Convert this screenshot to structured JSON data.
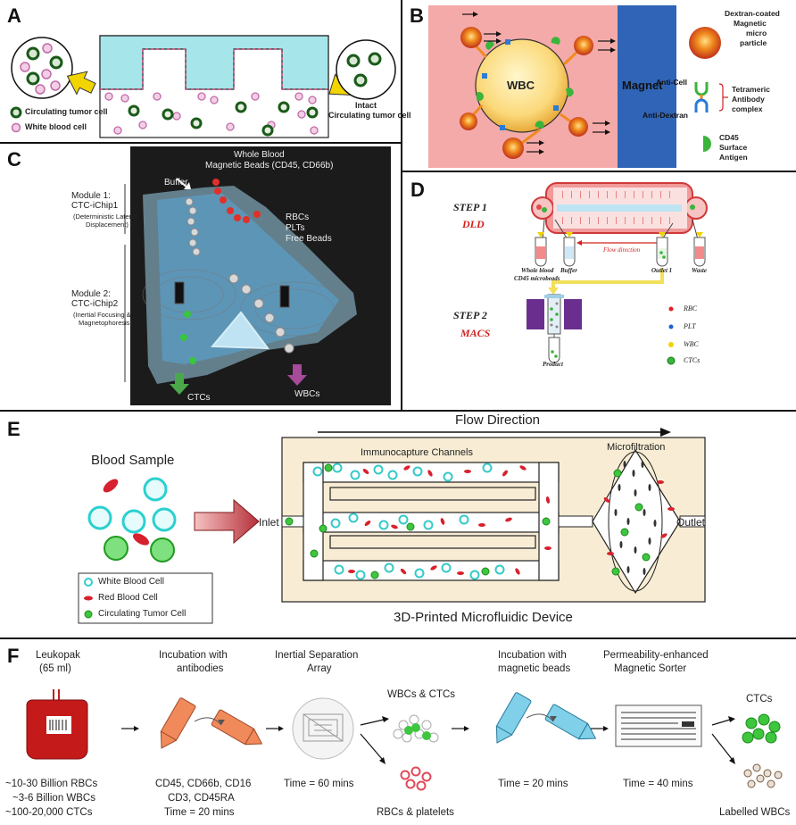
{
  "panels": {
    "A": {
      "label": "A",
      "legend": [
        "Circulating tumor cell",
        "White blood cell"
      ],
      "intact": [
        "Intact",
        "Circulating tumor cell"
      ]
    },
    "B": {
      "label": "B",
      "wbc": "WBC",
      "magnet": "Magnet",
      "particle": [
        "Dextran-coated",
        "Magnetic",
        "micro",
        "particle"
      ],
      "anti_cell": "Anti-Cell",
      "anti_dextran": "Anti-Dextran",
      "tetrameric": [
        "Tetrameric",
        "Antibody",
        "complex"
      ],
      "cd45": [
        "CD45",
        "Surface",
        "Antigen"
      ]
    },
    "C": {
      "label": "C",
      "whole_blood": [
        "Whole Blood",
        "Magnetic Beads (CD45, CD66b)"
      ],
      "buffer": "Buffer",
      "module1": [
        "Module 1:",
        "CTC-iChip1"
      ],
      "module1_sub": [
        "(Deterministic Lateral",
        "Displacement)"
      ],
      "module2": [
        "Module 2:",
        "CTC-iChip2"
      ],
      "module2_sub": [
        "(Inertial Focusing &",
        "Magnetophoresis)"
      ],
      "outputs": [
        "RBCs",
        "PLTs",
        "Free Beads"
      ],
      "ctcs": "CTCs",
      "wbcs": "WBCs"
    },
    "D": {
      "label": "D",
      "step1": "STEP 1",
      "dld": "DLD",
      "step2": "STEP 2",
      "macs": "MACS",
      "flow": "Flow direction",
      "tubes": [
        "Whole blood",
        "CD45 microbeads",
        "Buffer",
        "Outlet 1",
        "Waste"
      ],
      "product": "Product",
      "legend": [
        "RBC",
        "PLT",
        "WBC",
        "CTCs"
      ]
    },
    "E": {
      "label": "E",
      "flow_direction": "Flow Direction",
      "blood_sample": "Blood Sample",
      "immunocapture": "Immunocapture Channels",
      "microfiltration": "Microfiltration",
      "inlet": "Inlet",
      "outlet": "Outlet",
      "legend": [
        "White Blood Cell",
        "Red Blood Cell",
        "Circulating Tumor Cell"
      ],
      "device": "3D-Printed Microfluidic Device"
    },
    "F": {
      "label": "F",
      "step_titles": [
        [
          "Leukopak",
          "(65 ml)"
        ],
        [
          "Incubation with",
          "antibodies"
        ],
        [
          "Inertial Separation",
          "Array"
        ],
        [
          "Incubation with",
          "magnetic beads"
        ],
        [
          "Permeability-enhanced",
          "Magnetic Sorter"
        ],
        [
          "CTCs"
        ]
      ],
      "split_labels": [
        "WBCs & CTCs",
        "RBCs & platelets",
        "Labelled WBCs"
      ],
      "leukopak_counts": [
        "~10-30 Billion RBCs",
        "~3-6 Billion WBCs",
        "~100-20,000 CTCs"
      ],
      "antibodies": [
        "CD45, CD66b, CD16",
        "CD3, CD45RA",
        "Time = 20 mins"
      ],
      "times": [
        "Time = 60 mins",
        "Time = 20 mins",
        "Time = 40 mins"
      ]
    }
  },
  "colors": {
    "teal": "#9ee3e8",
    "magnet_blue": "#2f64b6",
    "salmon": "#f2a9a6",
    "cream": "#f8edd4",
    "rbc_red": "#d8212e",
    "ctc_green": "#3ec63e",
    "wbc_cyan": "#35c9c9",
    "dark_bg": "#1b1b1b"
  }
}
